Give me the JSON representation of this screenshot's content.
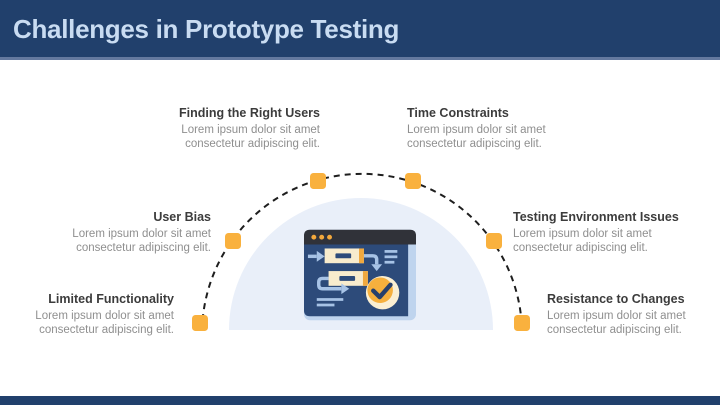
{
  "slide": {
    "title": "Challenges in Prototype Testing"
  },
  "theme": {
    "background": "#FFFFFF",
    "header_bg": "#21406C",
    "header_text": "#C9DCF2",
    "header_divider": "#64799F",
    "footer_bg": "#21406C",
    "marker": "#F9B13E",
    "arc": "#1E1E1E",
    "semicircle": "#E9EFF9",
    "item_title": "#3C3C3C",
    "item_body": "#8F8F8F",
    "icon_frame": "#BFD4EE",
    "icon_window": "#2D4B7A",
    "icon_titlebar": "#303239",
    "icon_dot": "#F3A83C",
    "icon_line": "#A7C3E6",
    "icon_card": "#F8ECCD",
    "icon_card_edge": "#F0A93F",
    "icon_badge_ring": "#FBEFD2",
    "icon_badge": "#F6B03D",
    "icon_check": "#27406B"
  },
  "items": [
    {
      "id": "finding-right-users",
      "title": "Finding the Right Users",
      "body_line1": "Lorem ipsum dolor sit amet",
      "body_line2": "consectetur adipiscing elit."
    },
    {
      "id": "time-constraints",
      "title": "Time Constraints",
      "body_line1": "Lorem ipsum dolor sit amet",
      "body_line2": "consectetur adipiscing elit."
    },
    {
      "id": "user-bias",
      "title": "User Bias",
      "body_line1": "Lorem ipsum dolor sit amet",
      "body_line2": "consectetur adipiscing elit."
    },
    {
      "id": "testing-environment",
      "title": "Testing Environment Issues",
      "body_line1": "Lorem ipsum dolor sit amet",
      "body_line2": "consectetur adipiscing elit."
    },
    {
      "id": "limited-functionality",
      "title": "Limited Functionality",
      "body_line1": "Lorem ipsum dolor sit amet",
      "body_line2": "consectetur adipiscing elit."
    },
    {
      "id": "resistance-to-changes",
      "title": "Resistance to Changes",
      "body_line1": "Lorem ipsum dolor sit amet",
      "body_line2": "consectetur adipiscing elit."
    }
  ]
}
